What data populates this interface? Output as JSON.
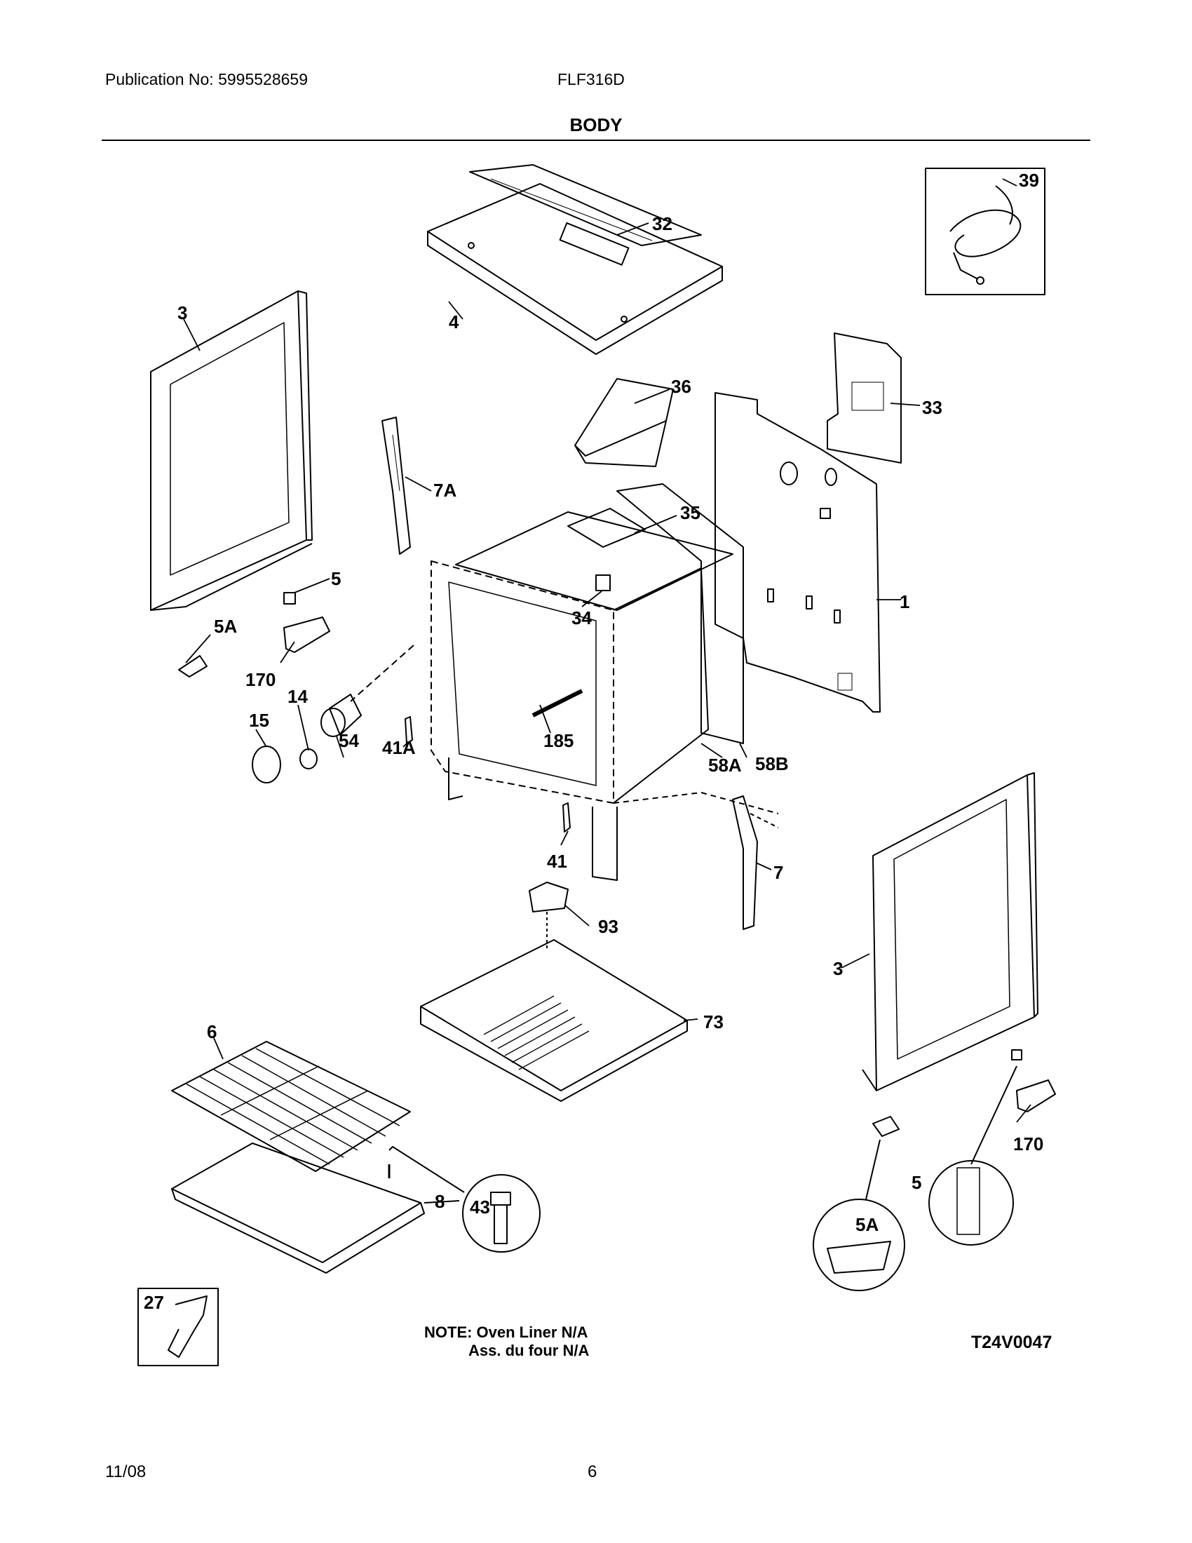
{
  "header": {
    "publication": "Publication No: 5995528659",
    "model": "FLF316D",
    "section_title": "BODY"
  },
  "callouts": {
    "c1": "1",
    "c3a": "3",
    "c3b": "3",
    "c4": "4",
    "c5": "5",
    "c5b": "5",
    "c5A": "5A",
    "c5Ab": "5A",
    "c6": "6",
    "c7": "7",
    "c7A": "7A",
    "c8": "8",
    "c14": "14",
    "c15": "15",
    "c27": "27",
    "c32": "32",
    "c33": "33",
    "c34": "34",
    "c35": "35",
    "c36": "36",
    "c39": "39",
    "c41": "41",
    "c41A": "41A",
    "c43": "43",
    "c54": "54",
    "c58A": "58A",
    "c58B": "58B",
    "c73": "73",
    "c93": "93",
    "c170": "170",
    "c170b": "170",
    "c185": "185"
  },
  "note": {
    "line1": "NOTE: Oven Liner N/A",
    "line2": "Ass. du four N/A"
  },
  "diagram_code": "T24V0047",
  "footer": {
    "date": "11/08",
    "page_number": "6"
  }
}
